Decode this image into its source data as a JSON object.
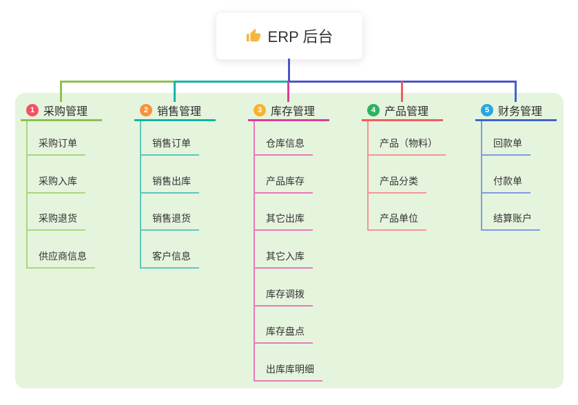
{
  "root": {
    "icon": "thumbs-up",
    "label": "ERP 后台"
  },
  "panel_color": "#e5f4dd",
  "connectors": {
    "stem_color": "#4a54c4",
    "bus_green": "#8ac24e",
    "bus_teal": "#13b4a7",
    "bus_blue": "#4a54c4"
  },
  "branches": [
    {
      "index": "1",
      "label": "采购管理",
      "badge_color": "#f35266",
      "line_color": "#8ac24e",
      "sub_line_color": "#abd57f",
      "children": [
        "采购订单",
        "采购入库",
        "采购退货",
        "供应商信息"
      ]
    },
    {
      "index": "2",
      "label": "销售管理",
      "badge_color": "#f6923e",
      "line_color": "#13b4a7",
      "sub_line_color": "#5cc7bd",
      "children": [
        "销售订单",
        "销售出库",
        "销售退货",
        "客户信息"
      ]
    },
    {
      "index": "3",
      "label": "库存管理",
      "badge_color": "#f7b32c",
      "line_color": "#da3d98",
      "sub_line_color": "#ea77bb",
      "children": [
        "仓库信息",
        "产品库存",
        "其它出库",
        "其它入库",
        "库存调拨",
        "库存盘点",
        "出库库明细"
      ]
    },
    {
      "index": "4",
      "label": "产品管理",
      "badge_color": "#2eb260",
      "line_color": "#f25b5e",
      "sub_line_color": "#f59395",
      "children": [
        "产品（物料）",
        "产品分类",
        "产品单位"
      ]
    },
    {
      "index": "5",
      "label": "财务管理",
      "badge_color": "#2aa6e0",
      "line_color": "#3f64cf",
      "sub_line_color": "#7f9bdf",
      "children": [
        "回款单",
        "付款单",
        "结算账户"
      ]
    }
  ]
}
